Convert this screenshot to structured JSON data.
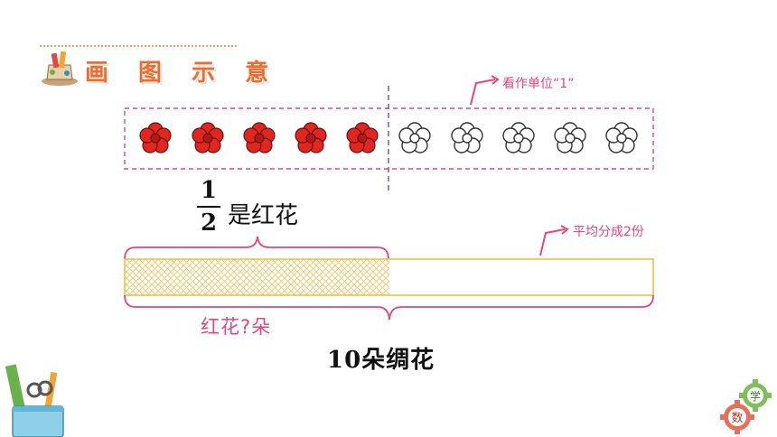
{
  "header": {
    "title": "画 图 示 意"
  },
  "notes": {
    "unit_label": "看作单位“1”",
    "split_label": "平均分成2份"
  },
  "fraction": {
    "numerator": "1",
    "denominator": "2",
    "suffix": "是红花"
  },
  "labels": {
    "red_question": "红花?朵",
    "total": "10朵绸花"
  },
  "flowers": {
    "filled_count": 5,
    "outline_count": 5
  },
  "bar": {
    "shaded_fraction": 0.5
  },
  "colors": {
    "accent_pink": "#e8457a",
    "flower_red": "#e0261f",
    "bar_outline": "#f2c23a",
    "hatch": "#f5c36a",
    "title_orange": "#f06a2a"
  },
  "icons": {
    "header": "pencil-cup-icon",
    "corner_left": "stationery-icon",
    "corner_right": "gears-icon"
  },
  "corner_badge": {
    "top": "学",
    "bottom": "数"
  }
}
